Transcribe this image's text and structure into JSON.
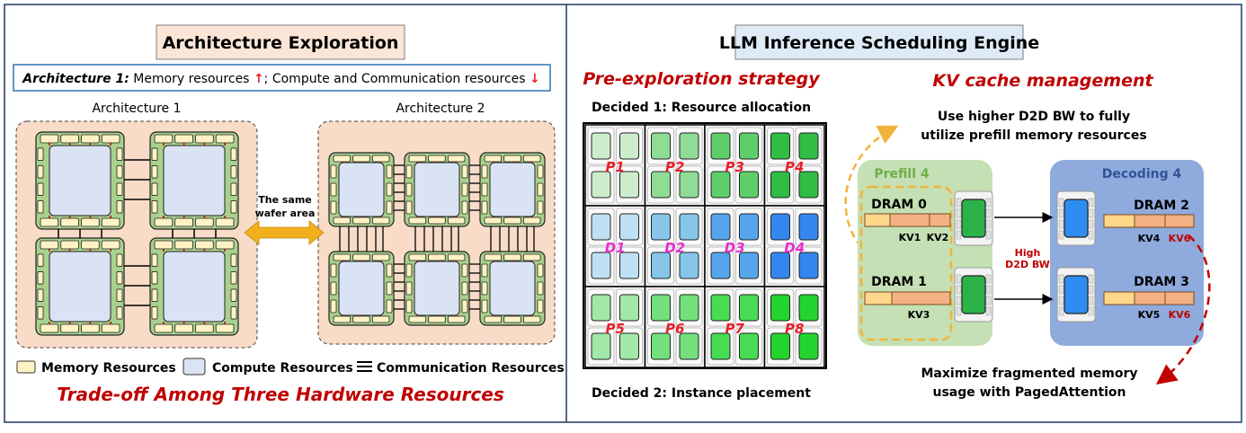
{
  "left": {
    "title": "Architecture Exploration",
    "banner": {
      "prefix": "Architecture 1:",
      "memory_text": " Memory resources ",
      "up_arrow": "↑",
      "rest_text": "; Compute and Communication resources ",
      "down_arrow": "↓"
    },
    "arch1_label": "Architecture 1",
    "arch2_label": "Architecture 2",
    "same_area_line1": "The same",
    "same_area_line2": "wafer area",
    "legend": {
      "memory": "Memory Resources",
      "compute": "Compute Resources",
      "comm": "Communication Resources"
    },
    "tradeoff": "Trade-off Among Three Hardware Resources"
  },
  "right": {
    "title": "LLM Inference Scheduling Engine",
    "pre_title": "Pre-exploration strategy",
    "decided1": "Decided 1: Resource allocation",
    "decided2": "Decided 2: Instance placement",
    "grid_rows": [
      {
        "labels": [
          "P1",
          "P2",
          "P3",
          "P4"
        ],
        "label_color": "#e8202a",
        "fills": [
          "#cdeccb",
          "#8fdc95",
          "#5fce6a",
          "#2fbd45"
        ]
      },
      {
        "labels": [
          "D1",
          "D2",
          "D3",
          "D4"
        ],
        "label_color": "#e62ecf",
        "fills": [
          "#bfe0f2",
          "#86c6ea",
          "#56a4ec",
          "#3586ee"
        ]
      },
      {
        "labels": [
          "P5",
          "P6",
          "P7",
          "P8"
        ],
        "label_color": "#e8202a",
        "fills": [
          "#a2e8a8",
          "#73e07c",
          "#47dc54",
          "#24d42e"
        ]
      }
    ],
    "kv_title": "KV cache management",
    "use_higher_line1": "Use higher D2D BW to fully",
    "use_higher_line2": "utilize prefill memory resources",
    "prefill_label": "Prefill 4",
    "decoding_label": "Decoding 4",
    "dram0": {
      "name": "DRAM 0",
      "kv": [
        "KV1",
        "KV2"
      ]
    },
    "dram1": {
      "name": "DRAM 1",
      "kv": [
        "KV3"
      ]
    },
    "dram2": {
      "name": "DRAM 2",
      "kv": [
        "KV4",
        "KV6"
      ]
    },
    "dram3": {
      "name": "DRAM 3",
      "kv": [
        "KV5",
        "KV6"
      ]
    },
    "high_line1": "High",
    "high_line2": "D2D BW",
    "maximize_line1": "Maximize fragmented memory",
    "maximize_line2": "usage with PagedAttention"
  },
  "colors": {
    "accent_red": "#c00000",
    "prefill_green": "#c5e0b4",
    "decoding_blue": "#8faadc",
    "arch_bg": "#f8dcc8",
    "title_bg_left": "#fbe5d6",
    "title_bg_right": "#deebf7"
  }
}
